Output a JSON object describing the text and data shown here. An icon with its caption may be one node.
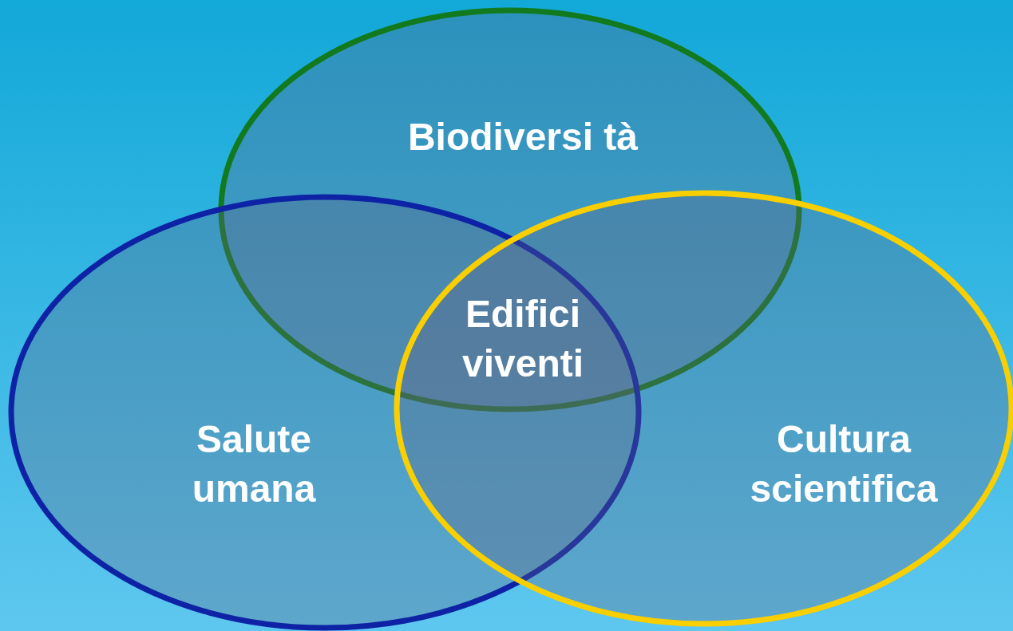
{
  "diagram": {
    "nodes": [
      {
        "text": [
          "Biodiversi tà"
        ]
      },
      {
        "text": [
          "Salute umana"
        ]
      },
      {
        "text": [
          "Cultura scientifica"
        ]
      }
    ],
    "edges": [],
    "labels": [
      "Edifici viventi"
    ]
  }
}
